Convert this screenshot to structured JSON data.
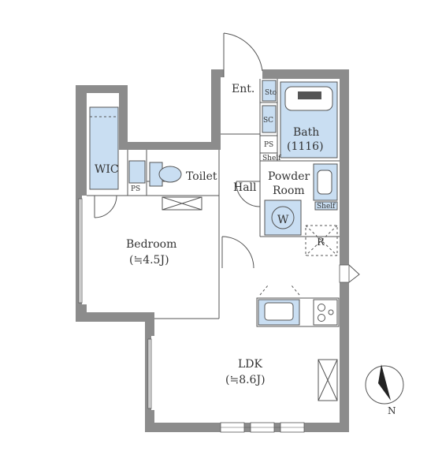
{
  "plan": {
    "rooms": {
      "entrance": "Ent.",
      "wic": "WIC",
      "toilet": "Toilet",
      "hall": "Hall",
      "bath": "Bath",
      "bath_size": "(1116)",
      "powder_room_line1": "Powder",
      "powder_room_line2": "Room",
      "bedroom": "Bedroom",
      "bedroom_size": "(≒4.5J)",
      "ldk": "LDK",
      "ldk_size": "(≒8.6J)"
    },
    "fixtures": {
      "storage": "Sto",
      "shoe_closet": "SC",
      "pipe_space_entrance": "PS",
      "pipe_space_wic": "PS",
      "shelf_bath": "Shelf",
      "shelf_powder": "Shelf",
      "washer": "W",
      "refrigerator": "R"
    },
    "compass": {
      "north": "N"
    },
    "colors": {
      "wall": "#8c8c8c",
      "fixture": "#c9def2",
      "line": "#555555"
    }
  }
}
